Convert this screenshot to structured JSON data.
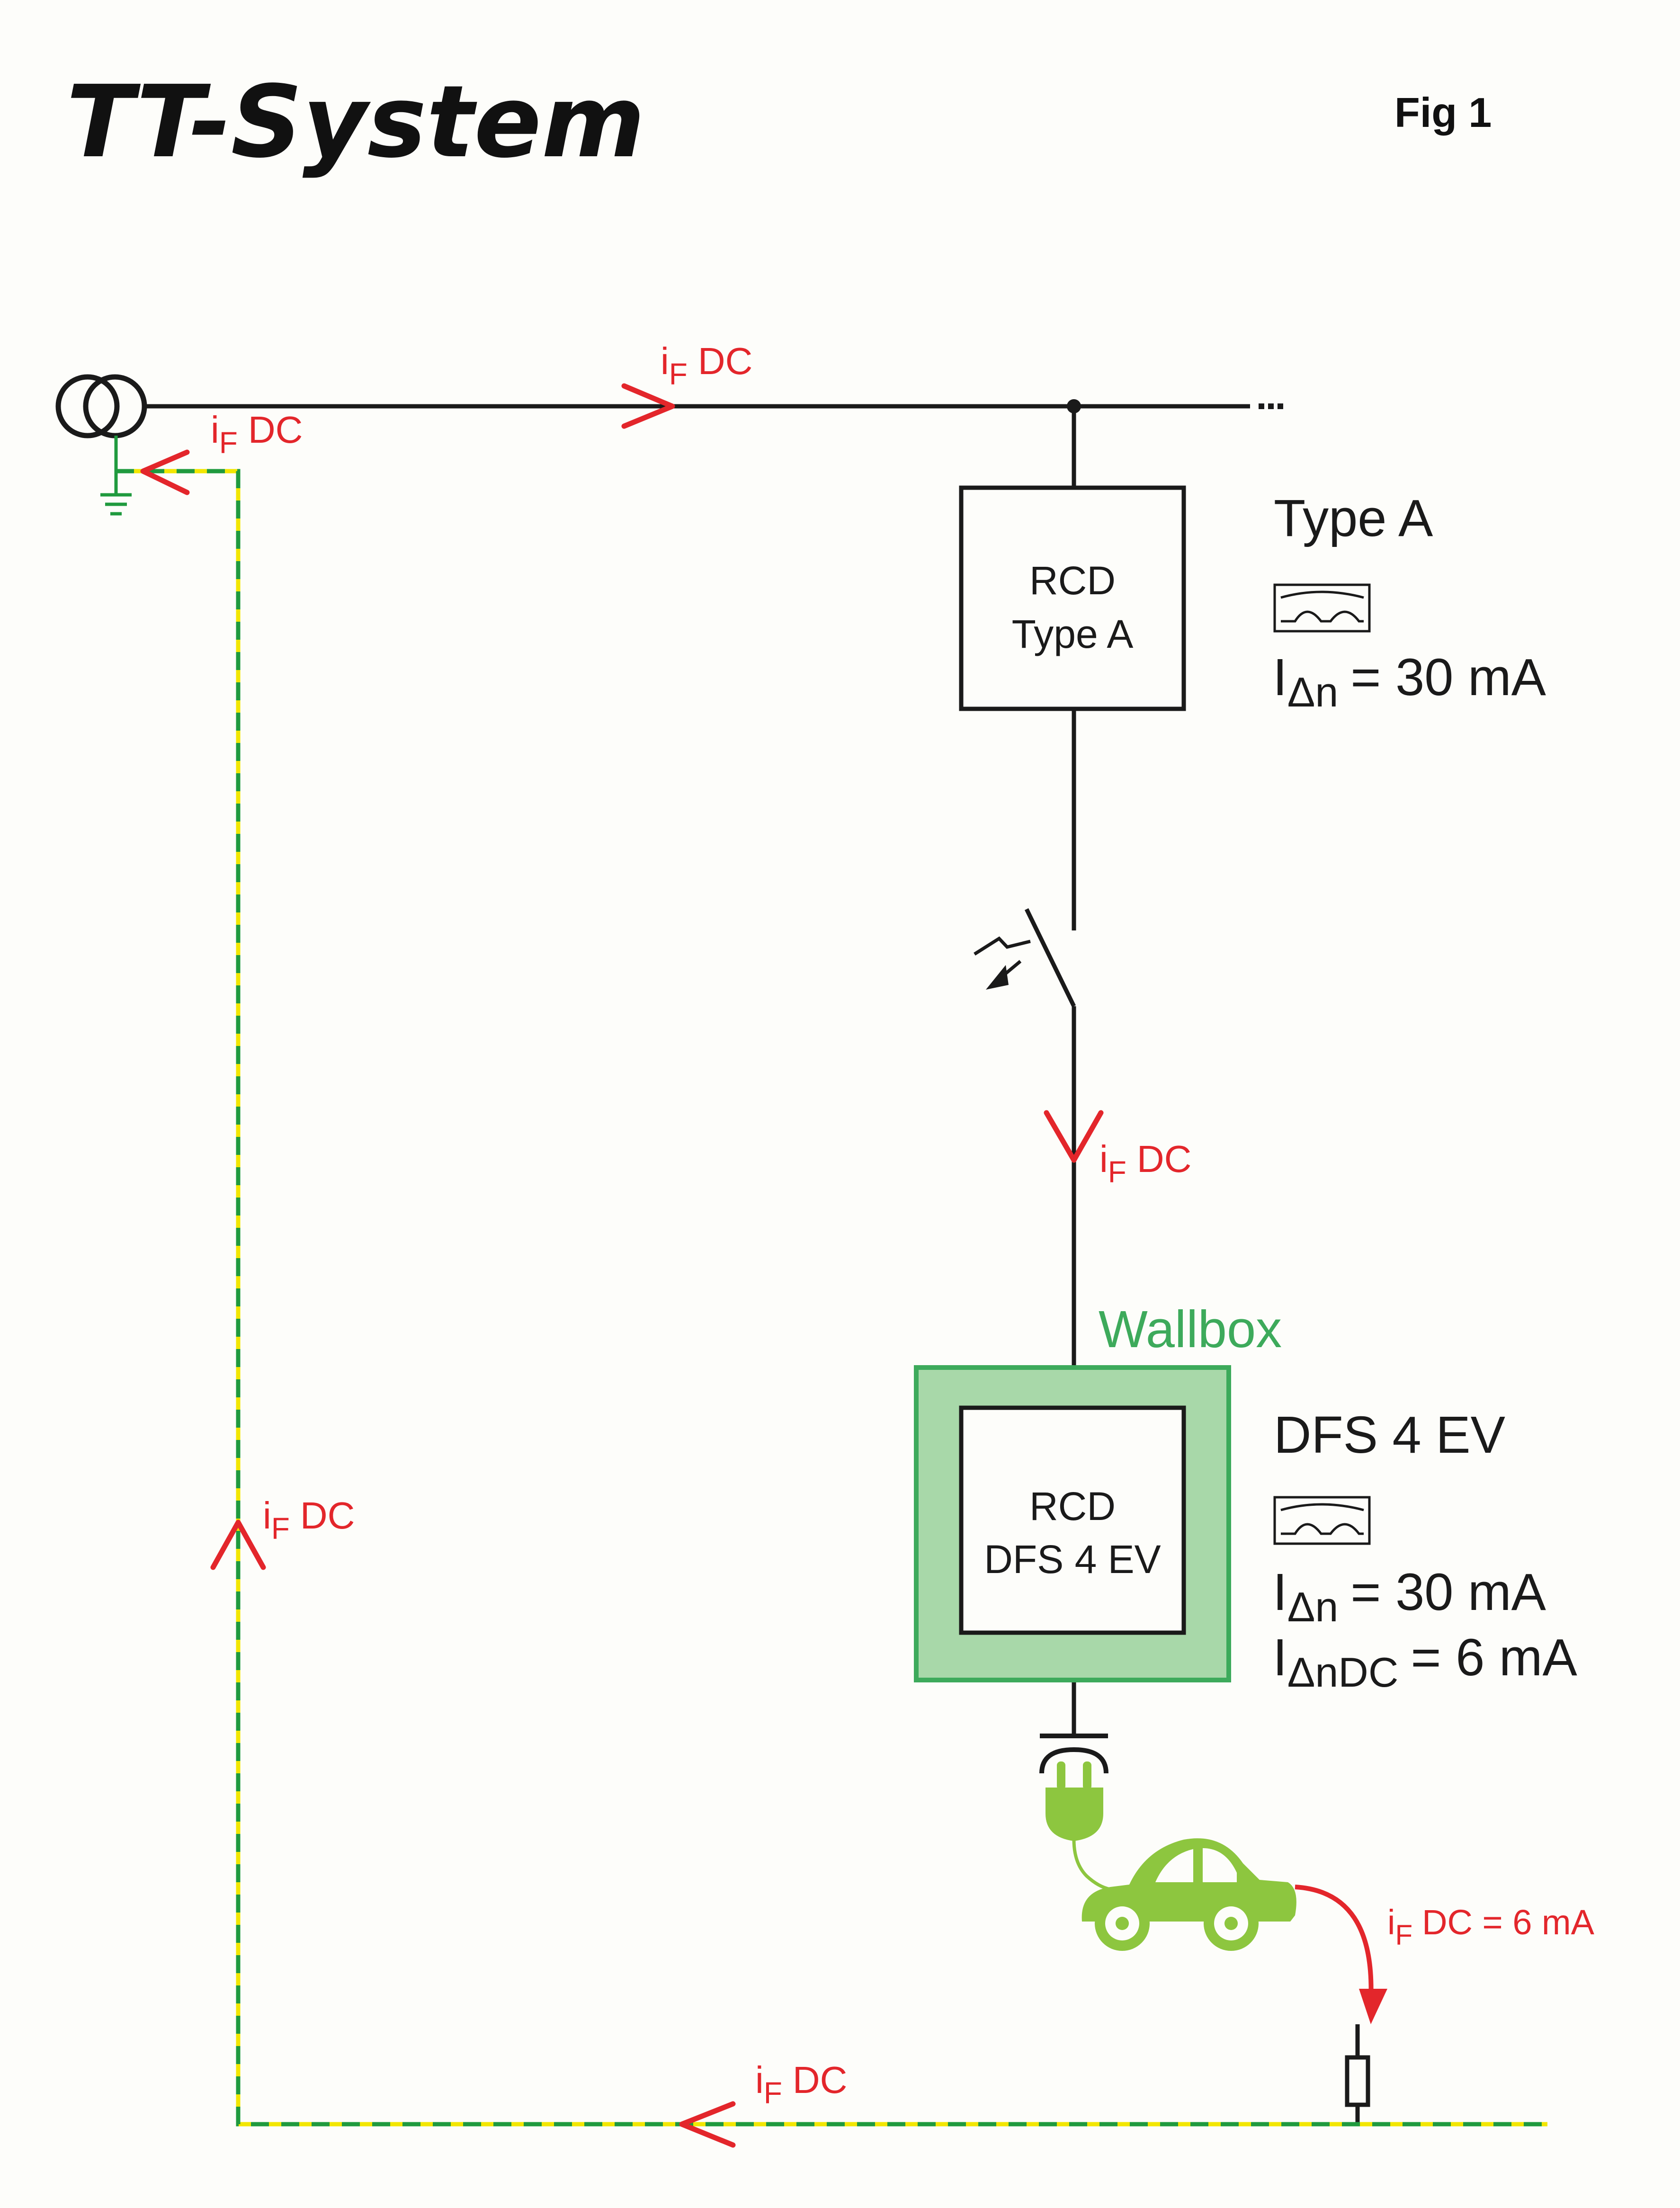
{
  "title": "TT-System",
  "figure_label": "Fig 1",
  "colors": {
    "line": "#1a1a1a",
    "fault_current": "#e3262b",
    "pe_green": "#1f9a3e",
    "pe_yellow": "#f2e600",
    "wallbox_fill": "#a8d8a9",
    "wallbox_border": "#3daa5b",
    "car": "#8dc63f",
    "background": "#fdfdfa"
  },
  "labels": {
    "current_main": {
      "sub": "F",
      "suffix": "DC"
    },
    "current_source": {
      "sub": "F",
      "suffix": "DC"
    },
    "current_feeder": {
      "sub": "F",
      "suffix": "DC"
    },
    "current_pe_vertical": {
      "sub": "F",
      "suffix": "DC"
    },
    "current_pe_bottom": {
      "sub": "F",
      "suffix": "DC"
    },
    "current_car": {
      "sub": "F",
      "suffix": "DC = 6 mA"
    }
  },
  "rcd_type_a": {
    "box_line1": "RCD",
    "box_line2": "Type A",
    "heading": "Type A",
    "rating_sub": "Δn",
    "rating_value": "= 30 mA"
  },
  "wallbox": {
    "label": "Wallbox",
    "box_line1": "RCD",
    "box_line2": "DFS 4 EV",
    "heading": "DFS 4 EV",
    "rating_sub": "Δn",
    "rating_value": "= 30 mA",
    "dc_rating_sub": "ΔnDC",
    "dc_rating_value": "= 6 mA"
  },
  "icons": [
    "transformer-icon",
    "earth-ground-icon",
    "switch-icon",
    "socket-icon",
    "plug-icon",
    "car-icon",
    "resistor-icon",
    "waveform-icon"
  ]
}
